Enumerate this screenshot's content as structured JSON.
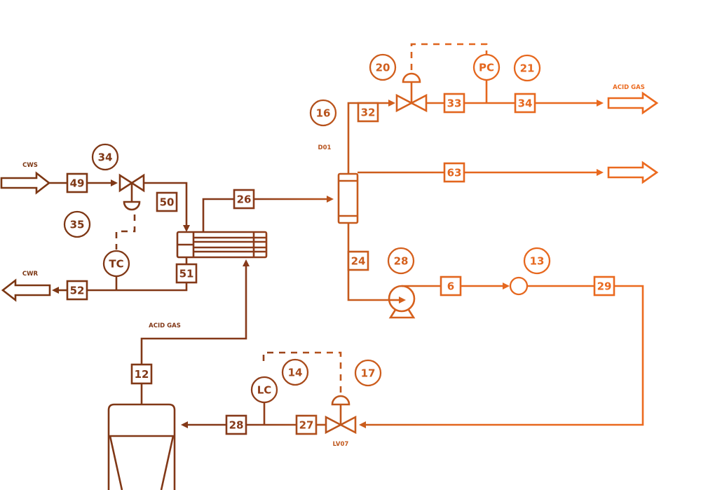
{
  "diagram": {
    "type": "process-flow-diagram",
    "colors": {
      "left": "#7a3612",
      "right": "#ec6a1e"
    },
    "stream_labels": {
      "cws": "CWS",
      "cwr": "CWR",
      "acid_gas_bottom": "ACID GAS",
      "acid_gas_top": "ACID GAS",
      "d01": "D01",
      "lv07": "LV07"
    },
    "instruments": {
      "tc": "TC",
      "pc": "PC",
      "lc": "LC"
    },
    "stream_boxes": {
      "s49": "49",
      "s50": "50",
      "s51": "51",
      "s52": "52",
      "s26": "26",
      "s32": "32",
      "s33": "33",
      "s34": "34",
      "s63": "63",
      "s24": "24",
      "s6": "6",
      "s29": "29",
      "s12": "12",
      "s28": "28",
      "s27": "27"
    },
    "equipment_tags": {
      "t34": "34",
      "t35": "35",
      "t16": "16",
      "t20": "20",
      "t21": "21",
      "t28": "28",
      "t13": "13",
      "t14": "14",
      "t17": "17"
    }
  }
}
